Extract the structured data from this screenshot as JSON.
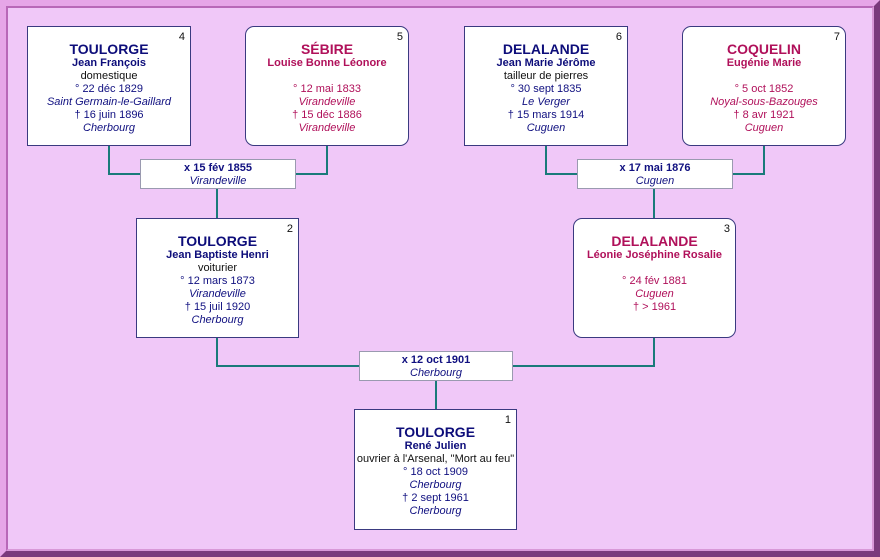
{
  "colors": {
    "background": "#f0c8f8",
    "connector": "#1a7a7a",
    "male_text": "#0d0d7a",
    "female_text": "#b0105a"
  },
  "persons": {
    "p1": {
      "num": "1",
      "surname": "TOULORGE",
      "given": "René Julien",
      "occupation": "ouvrier à l'Arsenal, \"Mort au feu\"",
      "birth": "° 18 oct 1909",
      "birth_place": "Cherbourg",
      "death": "† 2 sept 1961",
      "death_place": "Cherbourg"
    },
    "p2": {
      "num": "2",
      "surname": "TOULORGE",
      "given": "Jean Baptiste Henri",
      "occupation": "voiturier",
      "birth": "° 12 mars 1873",
      "birth_place": "Virandeville",
      "death": "† 15 juil 1920",
      "death_place": "Cherbourg"
    },
    "p3": {
      "num": "3",
      "surname": "DELALANDE",
      "given": "Léonie Joséphine Rosalie",
      "birth": "° 24 fév 1881",
      "birth_place": "Cuguen",
      "death": "† > 1961"
    },
    "p4": {
      "num": "4",
      "surname": "TOULORGE",
      "given": "Jean François",
      "occupation": "domestique",
      "birth": "° 22 déc 1829",
      "birth_place": "Saint Germain-le-Gaillard",
      "death": "† 16 juin 1896",
      "death_place": "Cherbourg"
    },
    "p5": {
      "num": "5",
      "surname": "SÉBIRE",
      "given": "Louise Bonne Léonore",
      "birth": "° 12 mai 1833",
      "birth_place": "Virandeville",
      "death": "† 15 déc 1886",
      "death_place": "Virandeville"
    },
    "p6": {
      "num": "6",
      "surname": "DELALANDE",
      "given": "Jean Marie Jérôme",
      "occupation": "tailleur de pierres",
      "birth": "° 30 sept 1835",
      "birth_place": "Le Verger",
      "death": "† 15 mars 1914",
      "death_place": "Cuguen"
    },
    "p7": {
      "num": "7",
      "surname": "COQUELIN",
      "given": "Eugénie Marie",
      "birth": "° 5 oct 1852",
      "birth_place": "Noyal-sous-Bazouges",
      "death": "† 8 avr 1921",
      "death_place": "Cuguen"
    }
  },
  "marriages": {
    "m45": {
      "date": "x 15 fév 1855",
      "place": "Virandeville"
    },
    "m67": {
      "date": "x 17 mai 1876",
      "place": "Cuguen"
    },
    "m23": {
      "date": "x 12 oct 1901",
      "place": "Cherbourg"
    }
  }
}
